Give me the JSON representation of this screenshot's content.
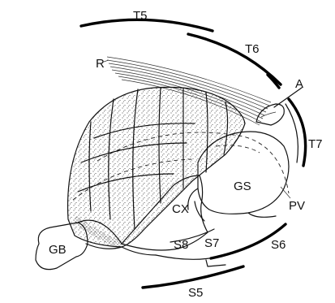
{
  "labels": {
    "T5": "T5",
    "T6": "T6",
    "T7": "T7",
    "R": "R",
    "A": "A",
    "GS": "GS",
    "CX": "CX",
    "PV": "PV",
    "GB": "GB",
    "S8": "S8",
    "S7": "S7",
    "S6": "S6",
    "S5": "S5"
  },
  "colors": {
    "ink": "#111111",
    "background": "#ffffff"
  }
}
